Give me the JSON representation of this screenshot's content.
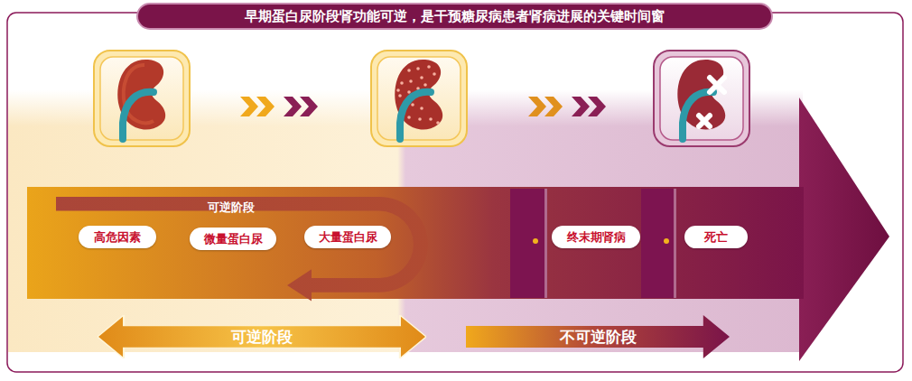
{
  "diagram": {
    "title": "早期蛋白尿阶段肾功能可逆，是干预糖尿病患者肾病进展的关键时间窗",
    "nodes": [
      {
        "text": [
          "高危因素"
        ]
      },
      {
        "text": [
          "微量蛋白尿"
        ]
      },
      {
        "text": [
          "大量蛋白尿"
        ]
      },
      {
        "text": [
          "终末期肾病"
        ]
      },
      {
        "text": [
          "死亡"
        ]
      },
      {
        "text": [
          "可逆阶段"
        ]
      },
      {
        "text": [
          "不可逆阶段"
        ]
      }
    ],
    "labels": [
      "可逆阶段"
    ]
  }
}
